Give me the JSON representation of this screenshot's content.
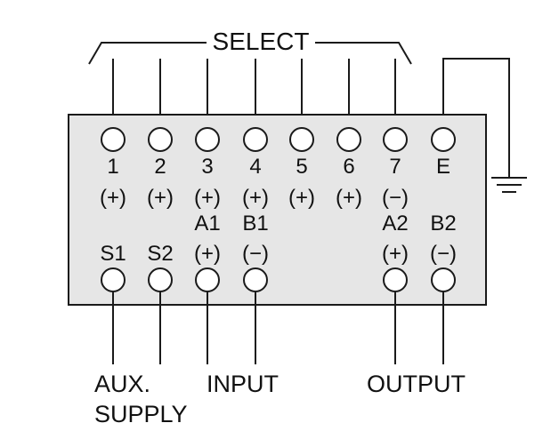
{
  "header": {
    "select_label": "SELECT"
  },
  "top_terminals": [
    {
      "id": "1",
      "label": "1",
      "polarity": "(+)"
    },
    {
      "id": "2",
      "label": "2",
      "polarity": "(+)"
    },
    {
      "id": "3",
      "label": "3",
      "polarity": "(+)"
    },
    {
      "id": "4",
      "label": "4",
      "polarity": "(+)"
    },
    {
      "id": "5",
      "label": "5",
      "polarity": "(+)"
    },
    {
      "id": "6",
      "label": "6",
      "polarity": "(+)"
    },
    {
      "id": "7",
      "label": "7",
      "polarity": "(−)"
    },
    {
      "id": "e",
      "label": "E",
      "polarity": ""
    }
  ],
  "bottom_terminals": [
    {
      "id": "s1",
      "label": "S1",
      "polarity": ""
    },
    {
      "id": "s2",
      "label": "S2",
      "polarity": ""
    },
    {
      "id": "a1",
      "label": "A1",
      "polarity": "(+)"
    },
    {
      "id": "b1",
      "label": "B1",
      "polarity": "(−)"
    },
    {
      "id": "a2",
      "label": "A2",
      "polarity": "(+)"
    },
    {
      "id": "b2",
      "label": "B2",
      "polarity": "(−)"
    }
  ],
  "groups": {
    "aux_supply_line1": "AUX.",
    "aux_supply_line2": "SUPPLY",
    "input": "INPUT",
    "output": "OUTPUT"
  },
  "colors": {
    "ink": "#1a1a1a",
    "background": "#ffffff",
    "block_fill": "#e6e6e6"
  }
}
